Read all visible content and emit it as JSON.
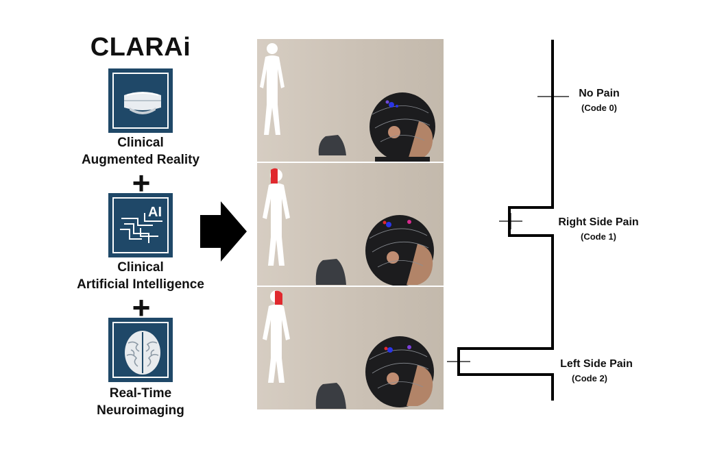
{
  "title": "CLARAi",
  "components": [
    {
      "icon": "vr-headset-icon",
      "line1": "Clinical",
      "line2": "Augmented Reality"
    },
    {
      "icon": "ai-circuit-icon",
      "icon_text": "AI",
      "line1": "Clinical",
      "line2": "Artificial Intelligence"
    },
    {
      "icon": "brain-icon",
      "line1": "Real-Time",
      "line2": "Neuroimaging"
    }
  ],
  "operators": [
    "+",
    "+"
  ],
  "panels": [
    {
      "highlight": "none"
    },
    {
      "highlight": "right-side"
    },
    {
      "highlight": "left-side"
    }
  ],
  "states": [
    {
      "name": "No Pain",
      "code": "(Code 0)"
    },
    {
      "name": "Right Side Pain",
      "code": "(Code 1)"
    },
    {
      "name": "Left Side Pain",
      "code": "(Code 2)"
    }
  ],
  "colors": {
    "icon_bg": "#1f4868",
    "body_highlight": "#e0292e",
    "brain_activity": "#2a35e6"
  }
}
